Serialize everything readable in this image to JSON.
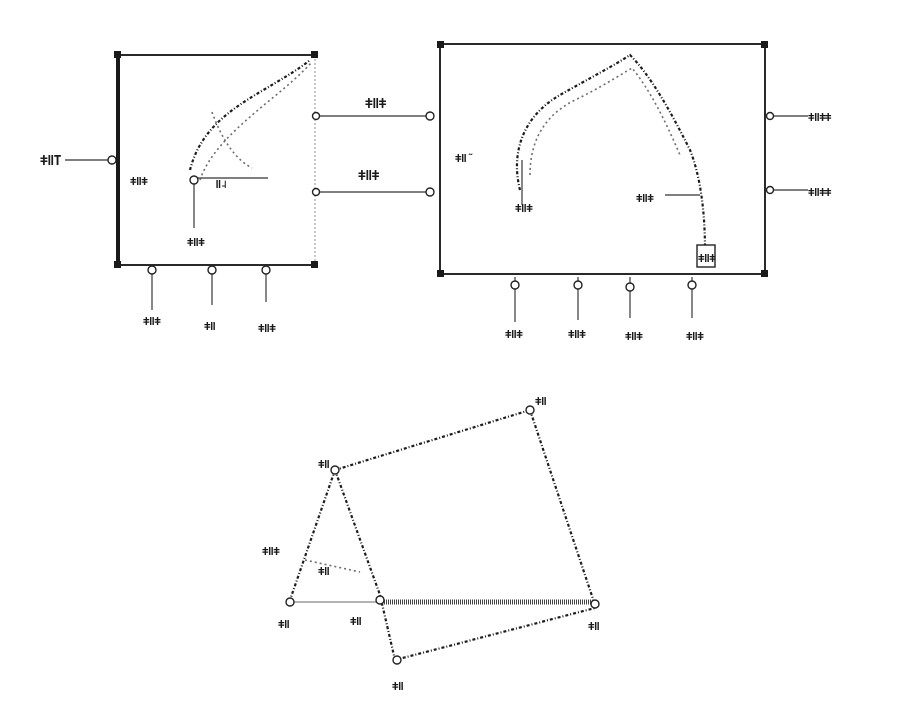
{
  "diagram": {
    "colors": {
      "ink": "#1a1a1a",
      "paper": "#ffffff",
      "wire": "#555555",
      "faint": "#c8c8c8"
    },
    "left_block": {
      "labels": {
        "input_left": "ǂǁT",
        "inner_a": "ǂǁǂ",
        "inner_b": "ǁ˨",
        "inner_c": "ǂǁǂ",
        "bottom_1": "ǂǁǂ",
        "bottom_2": "ǂǁ",
        "bottom_3": "ǂǁǂ"
      }
    },
    "connectors": {
      "upper": "ǂǁǂ",
      "lower": "ǂǁǂ"
    },
    "right_block": {
      "labels": {
        "inner_left": "ǂǁ̃",
        "inner_mid": "ǂǁǂ",
        "inner_bottom": "ǂǁǂ",
        "inner_right": "ǂǁǂ",
        "output_upper": "ǂǁǂǂ",
        "output_lower": "ǂǁǂǂ",
        "bottom_1": "ǂǁǂ",
        "bottom_2": "ǂǁǂ",
        "bottom_3": "ǂǁǂ",
        "bottom_4": "ǂǁǂ"
      }
    },
    "lower_figure": {
      "labels": {
        "top_right": "ǂǁ",
        "top_left": "ǂǁ",
        "mid_left": "ǂǁǂ",
        "mid_inner": "ǂǁ",
        "left_bottom": "ǂǁ",
        "center_bottom": "ǂǁ",
        "right_bottom": "ǂǁ",
        "bottom": "ǂǁ"
      }
    }
  }
}
